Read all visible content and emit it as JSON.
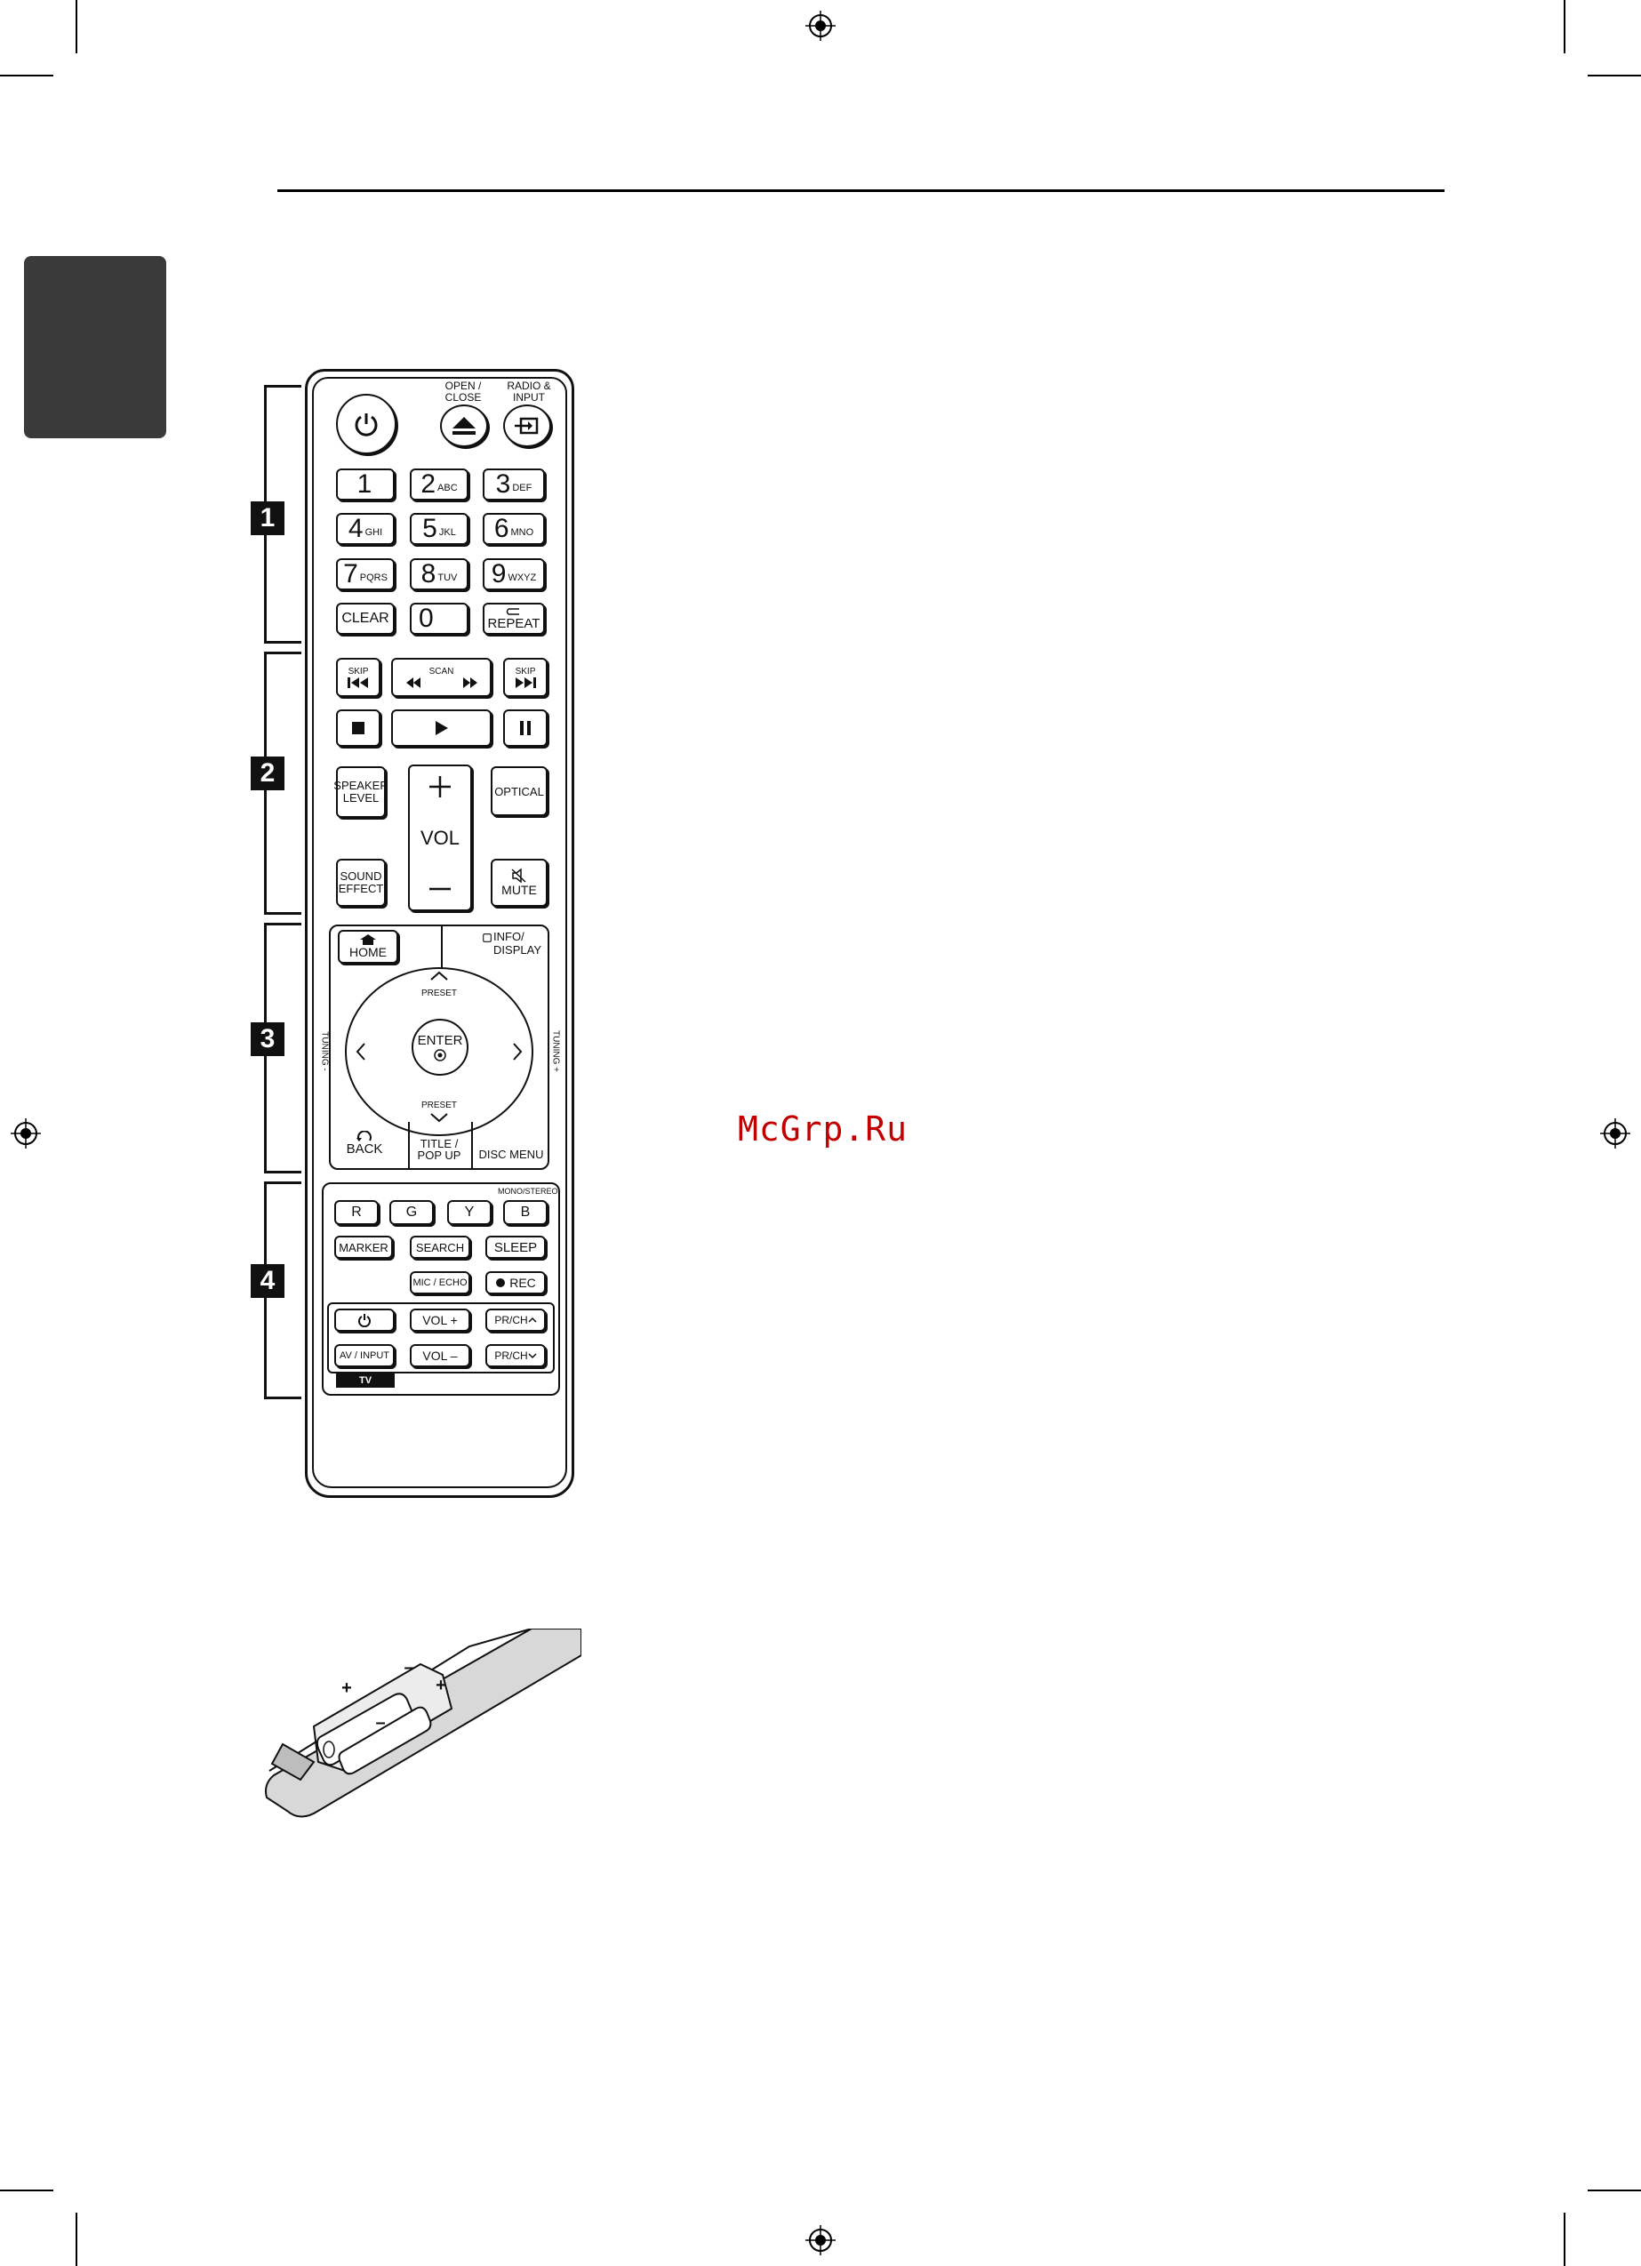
{
  "watermark": "McGrp.Ru",
  "sections": [
    "1",
    "2",
    "3",
    "4"
  ],
  "top_buttons": {
    "open_close": "OPEN /\nCLOSE",
    "radio_input": "RADIO &\nINPUT"
  },
  "numpad": [
    {
      "num": "1",
      "sub": ""
    },
    {
      "num": "2",
      "sub": "ABC"
    },
    {
      "num": "3",
      "sub": "DEF"
    },
    {
      "num": "4",
      "sub": "GHI"
    },
    {
      "num": "5",
      "sub": "JKL"
    },
    {
      "num": "6",
      "sub": "MNO"
    },
    {
      "num": "7",
      "sub": "PQRS"
    },
    {
      "num": "8",
      "sub": "TUV"
    },
    {
      "num": "9",
      "sub": "WXYZ"
    }
  ],
  "clear": "CLEAR",
  "zero": "0",
  "repeat": "REPEAT",
  "transport": {
    "skip": "SKIP",
    "scan": "SCAN"
  },
  "speaker_level": "SPEAKER\nLEVEL",
  "optical": "OPTICAL",
  "vol": "VOL",
  "sound_effect": "SOUND\nEFFECT",
  "mute": "MUTE",
  "nav": {
    "home": "HOME",
    "info_display": "INFO/\nDISPLAY",
    "preset_up": "PRESET",
    "preset_down": "PRESET",
    "enter": "ENTER",
    "tuning_minus": "TUNING -",
    "tuning_plus": "TUNING +",
    "back": "BACK",
    "title_popup": "TITLE /\nPOP UP",
    "disc_menu": "DISC MENU"
  },
  "color_keys": [
    "R",
    "G",
    "Y",
    "B"
  ],
  "mono_stereo": "MONO/STEREO",
  "marker": "MARKER",
  "search": "SEARCH",
  "sleep": "SLEEP",
  "mic_echo": "MIC / ECHO",
  "rec": "REC",
  "tv": {
    "vol_plus": "VOL +",
    "prch_up": "PR/CH",
    "av_input": "AV / INPUT",
    "vol_minus": "VOL –",
    "prch_down": "PR/CH",
    "tv_label": "TV"
  },
  "battery_signs": [
    "+",
    "–",
    "+",
    "–"
  ]
}
